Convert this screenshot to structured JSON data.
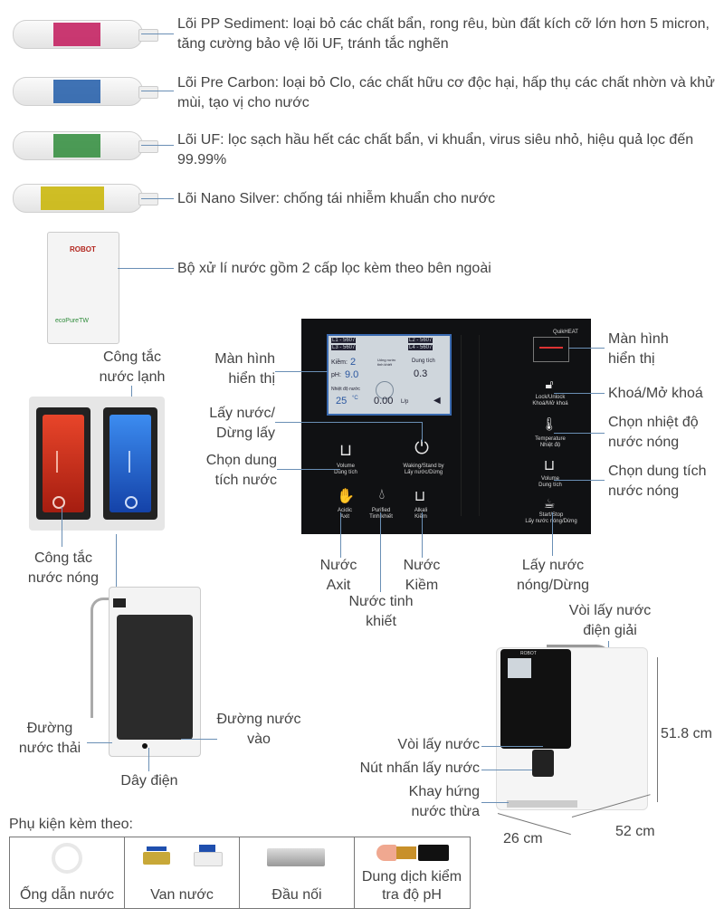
{
  "filters": [
    {
      "text": "Lõi PP Sediment: loại bỏ các chất bẩn, rong rêu, bùn đất kích cỡ lớn hơn 5 micron, tăng cường bảo vệ lõi UF, tránh tắc nghẽn",
      "color": "#c2185b"
    },
    {
      "text": "Lõi Pre Carbon: loại bỏ Clo, các chất hữu cơ độc hại, hấp thụ các chất nhờn và khử mùi, tạo vị cho nước",
      "color": "#1e5aa8"
    },
    {
      "text": "Lõi UF: lọc sạch hầu hết các chất bẩn, vi khuẩn, virus siêu nhỏ, hiệu quả lọc đến 99.99%",
      "color": "#2e8b3a"
    },
    {
      "text": "Lõi Nano Silver: chống tái nhiễm khuẩn cho nước",
      "color": "#c8b400"
    }
  ],
  "processor": {
    "text": "Bộ xử lí nước gồm 2 cấp lọc kèm theo bên ngoài",
    "brand": "ROBOT",
    "sub_brand": "ecoPureTW"
  },
  "panel_labels": {
    "display_left": "Màn hình hiển thị",
    "dispense_left": "Lấy nước/ Dừng lấy",
    "volume_left": "Chọn dung tích nước",
    "acid": "Nước Axit",
    "purified": "Nước tinh khiết",
    "alkaline": "Nước Kiềm",
    "display_right": "Màn hình hiển thị",
    "lock": "Khoá/Mở khoá",
    "temp": "Chọn nhiệt độ nước nóng",
    "volume_right": "Chọn dung tích nước nóng",
    "hot_dispense": "Lấy nước nóng/Dừng"
  },
  "panel": {
    "quikheat": "QuikHEAT",
    "lcd_kiem": "Kiềm:",
    "lcd_kiem_val": "2",
    "lcd_ph": "pH:",
    "lcd_ph_val": "9.0",
    "lcd_dungtich": "Dung tích",
    "lcd_dungtich_val": "0.3",
    "lcd_nhietdo": "Nhiệt độ nước",
    "lcd_temp_val": "25",
    "lcd_flow_val": "0.00",
    "lcd_flow_unit": "L/p",
    "lcd_r1a": "L1 - 5607",
    "lcd_r1b": "L3 - 5607",
    "lcd_r2a": "L2 - 5607",
    "lcd_r2b": "L4 - 5607",
    "lcd_mid": "Uống nước tinh khiết",
    "volume_en": "Volume",
    "volume_vn": "Dung tích",
    "waking_en": "Waking/Stand by",
    "waking_vn": "Lấy nước/Dừng",
    "acidic_en": "Acidic",
    "acidic_vn": "Axit",
    "purified_en": "Purified",
    "purified_vn": "Tinh khiết",
    "alkali_en": "Alkali",
    "alkali_vn": "Kiềm",
    "lock_en": "Lock/Unlock",
    "lock_vn": "Khoá/Mở khoá",
    "temp_en": "Temperature",
    "temp_vn": "Nhiệt độ",
    "volr_en": "Volume",
    "volr_vn": "Dung tích",
    "start_en": "Start/Stop",
    "start_vn": "Lấy nước nóng/Dừng"
  },
  "switch_labels": {
    "cold": "Công tắc nước lạnh",
    "hot": "Công tắc nước nóng"
  },
  "back_labels": {
    "drain": "Đường nước thải",
    "inlet": "Đường nước vào",
    "power": "Dây điện"
  },
  "device_labels": {
    "electrolysis_tap": "Vòi lấy nước điện giải",
    "tap": "Vòi lấy nước",
    "button": "Nút nhấn lấy nước",
    "tray": "Khay hứng nước thừa",
    "height": "51.8 cm",
    "depth": "52 cm",
    "width": "26 cm"
  },
  "accessories": {
    "title": "Phụ kiện kèm theo:",
    "items": [
      "Ống dẫn nước",
      "Van nước",
      "Đầu nối",
      "Dung dịch kiểm tra độ pH"
    ]
  }
}
